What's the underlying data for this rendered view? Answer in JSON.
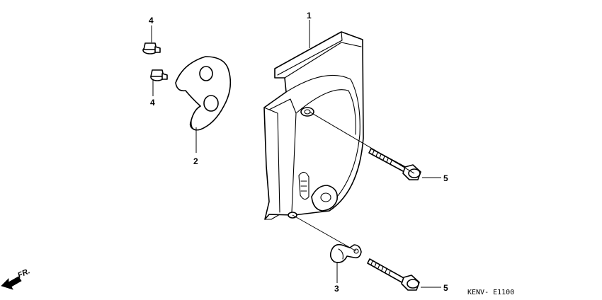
{
  "callouts": {
    "cover": "1",
    "gasket": "2",
    "clamp": "3",
    "nut_upper": "4",
    "nut_lower": "4",
    "bolt_upper": "5",
    "bolt_lower": "5"
  },
  "direction_label": "FR.",
  "diagram_code": "KENV- E1100",
  "colors": {
    "line": "#000000",
    "background": "#ffffff",
    "gasket_texture": "#555555"
  },
  "icons": [
    "front-direction-arrow-icon"
  ]
}
